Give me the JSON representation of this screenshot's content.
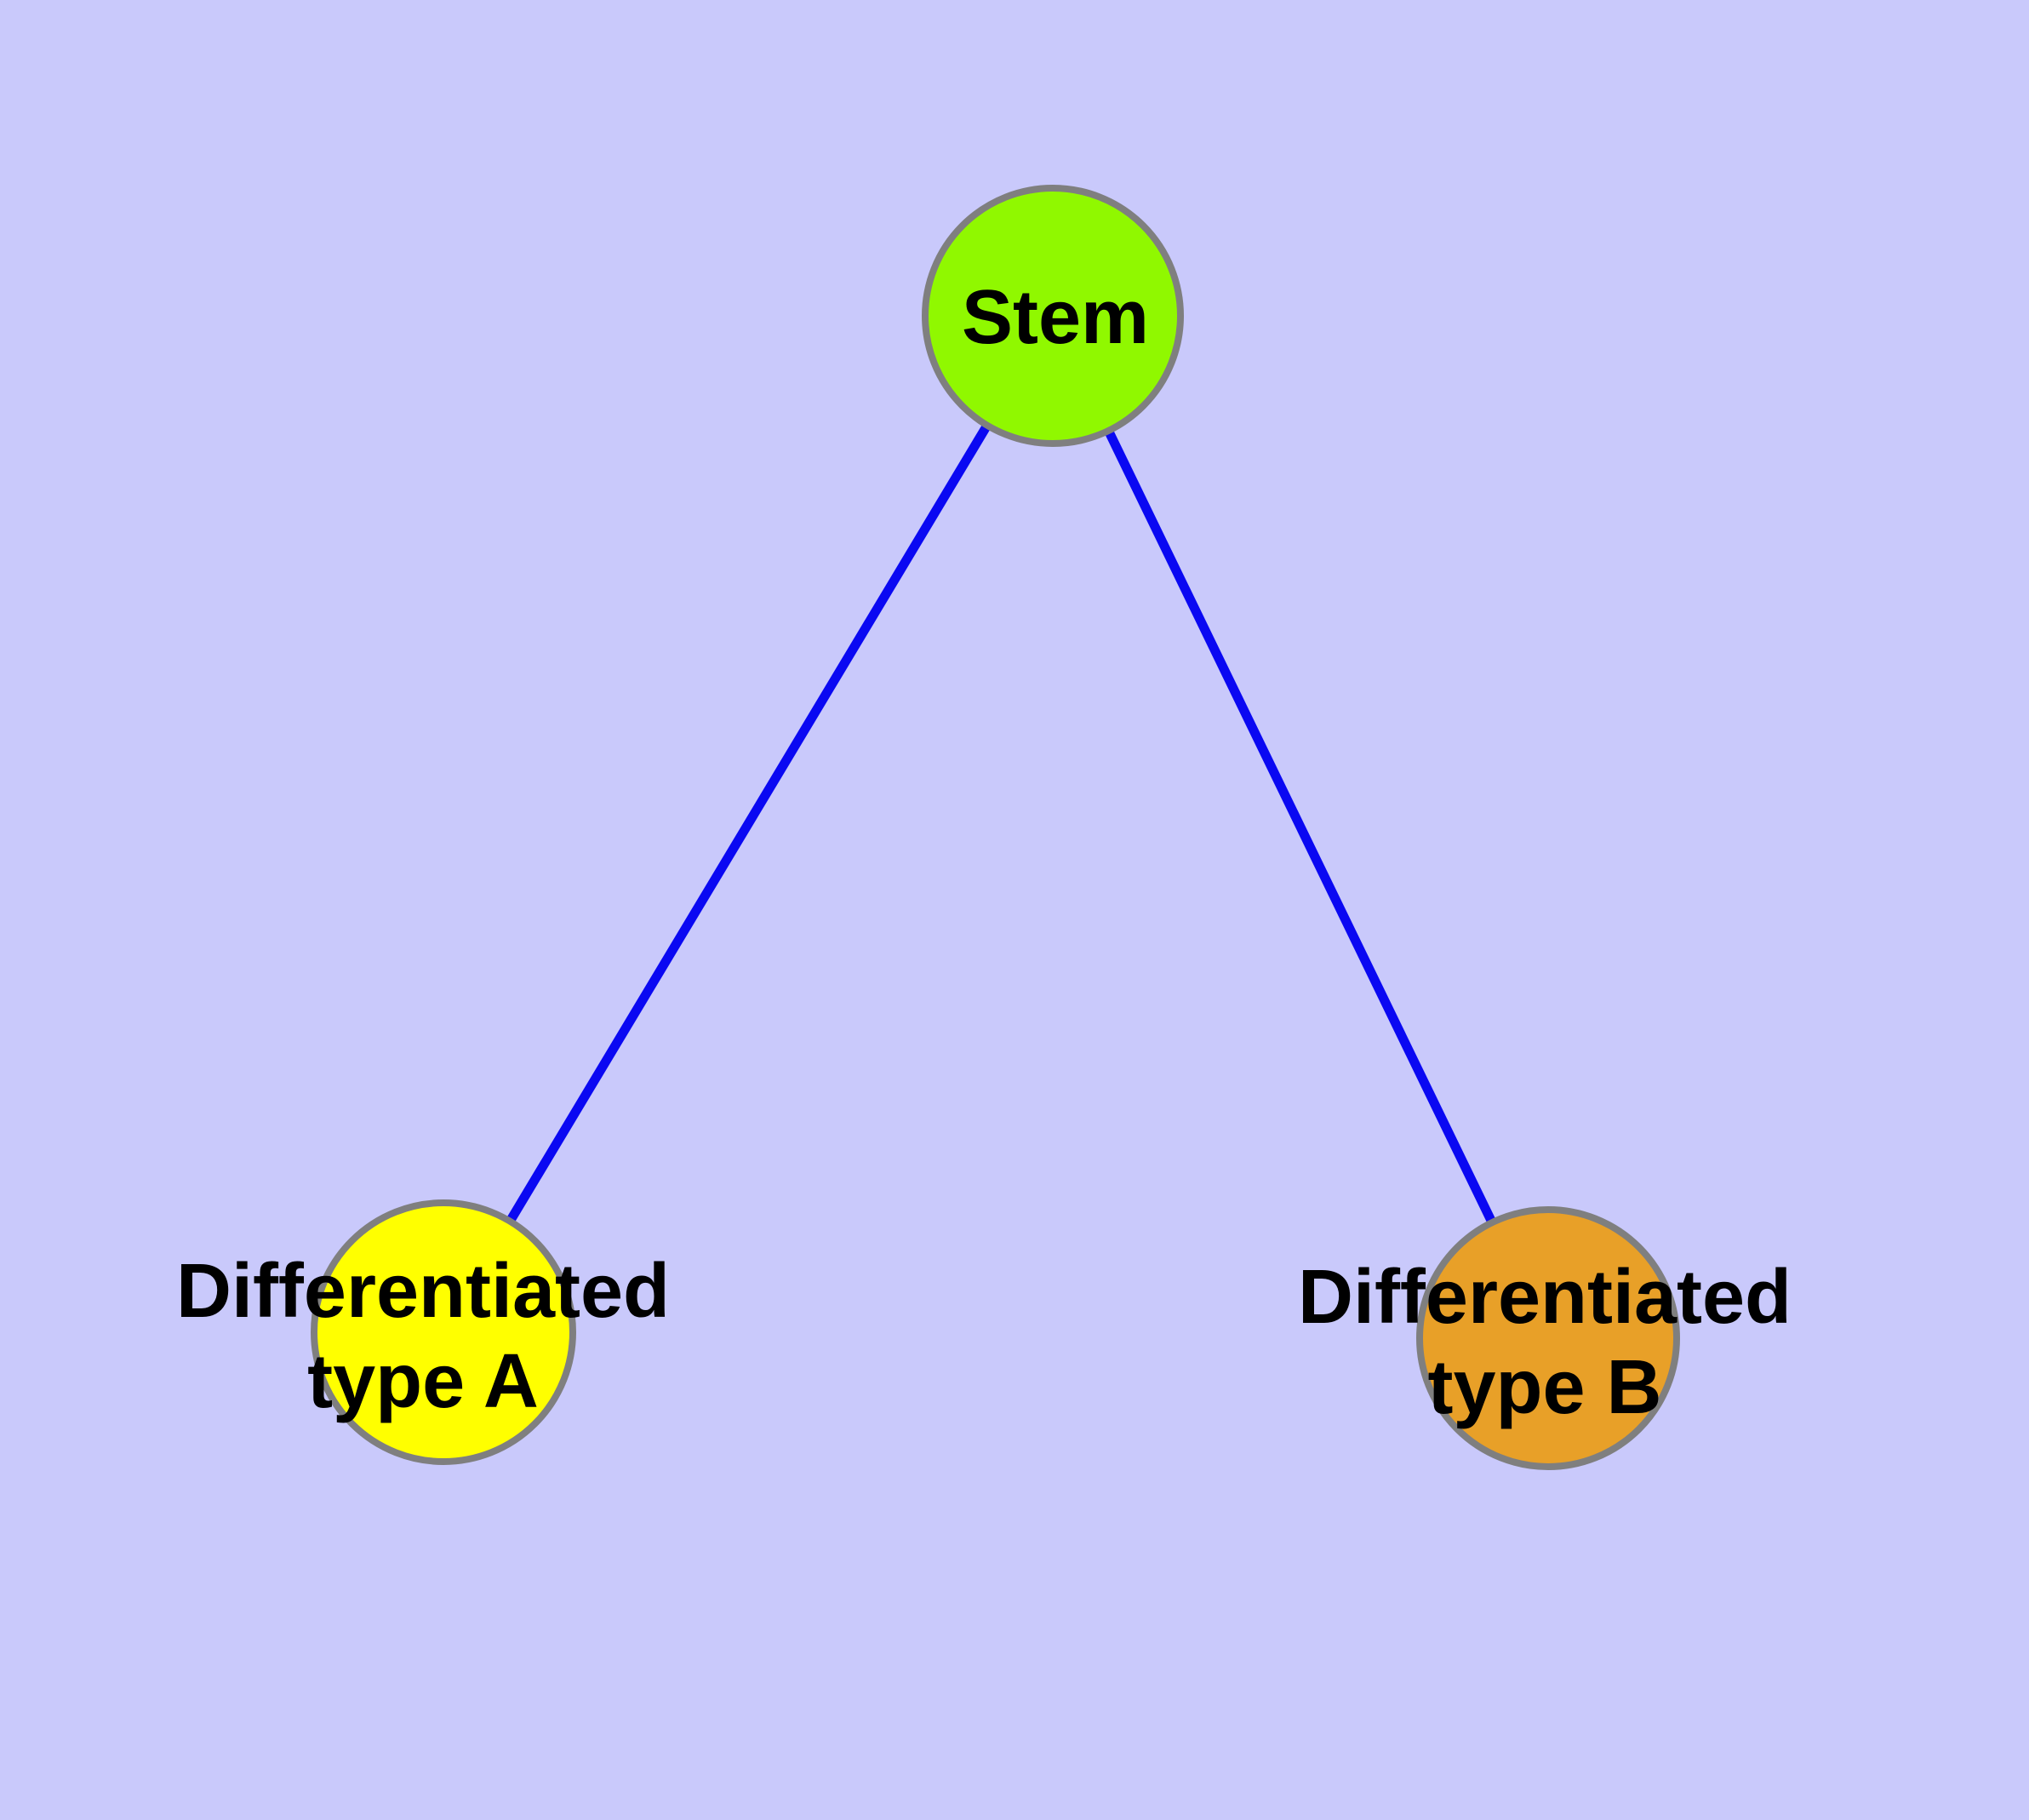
{
  "diagram": {
    "background_color": "#C9C9FB",
    "edge_color": "#0A08F2",
    "node_border_color": "#7F7F7F",
    "label_color": "#000000",
    "nodes": [
      {
        "id": "stem",
        "label": "Stem",
        "fill": "#90F800"
      },
      {
        "id": "differentiated-type-a",
        "label_line1": "Differentiated",
        "label_line2": "type A",
        "fill": "#FFFF00"
      },
      {
        "id": "differentiated-type-b",
        "label_line1": "Differentiated",
        "label_line2": "type B",
        "fill": "#E8A028"
      }
    ],
    "edges": [
      {
        "from": "stem",
        "to": "differentiated-type-a"
      },
      {
        "from": "stem",
        "to": "differentiated-type-b"
      }
    ]
  }
}
